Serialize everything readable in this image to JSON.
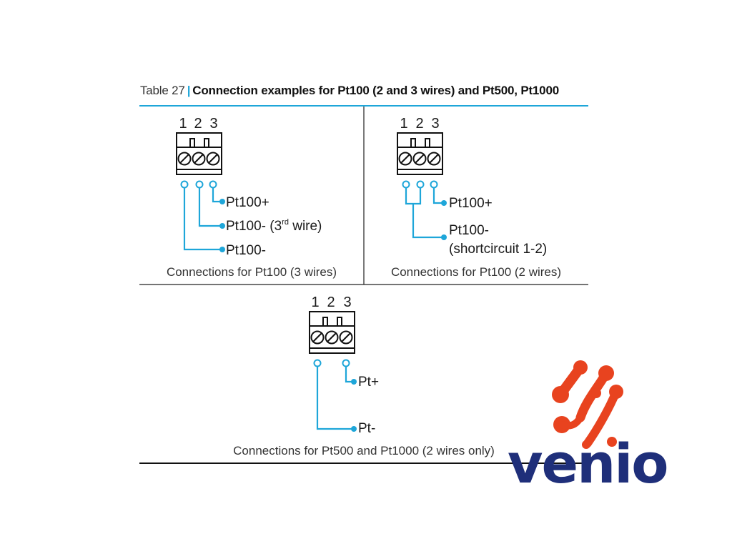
{
  "caption": {
    "number": "Table 27",
    "title": "Connection examples for Pt100 (2 and 3 wires) and Pt500, Pt1000"
  },
  "pins": [
    "1",
    "2",
    "3"
  ],
  "panels": {
    "pt100_3wire": {
      "labels": [
        "Pt100+",
        "Pt100- (3",
        "rd",
        " wire)",
        "Pt100-"
      ],
      "caption": "Connections for Pt100 (3 wires)"
    },
    "pt100_2wire": {
      "labels": [
        "Pt100+",
        "Pt100-",
        "(shortcircuit 1-2)"
      ],
      "caption": "Connections for Pt100 (2 wires)"
    },
    "pt500_pt1000": {
      "labels": [
        "Pt+",
        "Pt-"
      ],
      "caption": "Connections for Pt500 and Pt1000 (2 wires only)"
    }
  },
  "logo": {
    "text": "venio"
  },
  "colors": {
    "wire": "#1ea6d9",
    "logo_dots": "#e8431f",
    "logo_text": "#1f2f7a"
  }
}
